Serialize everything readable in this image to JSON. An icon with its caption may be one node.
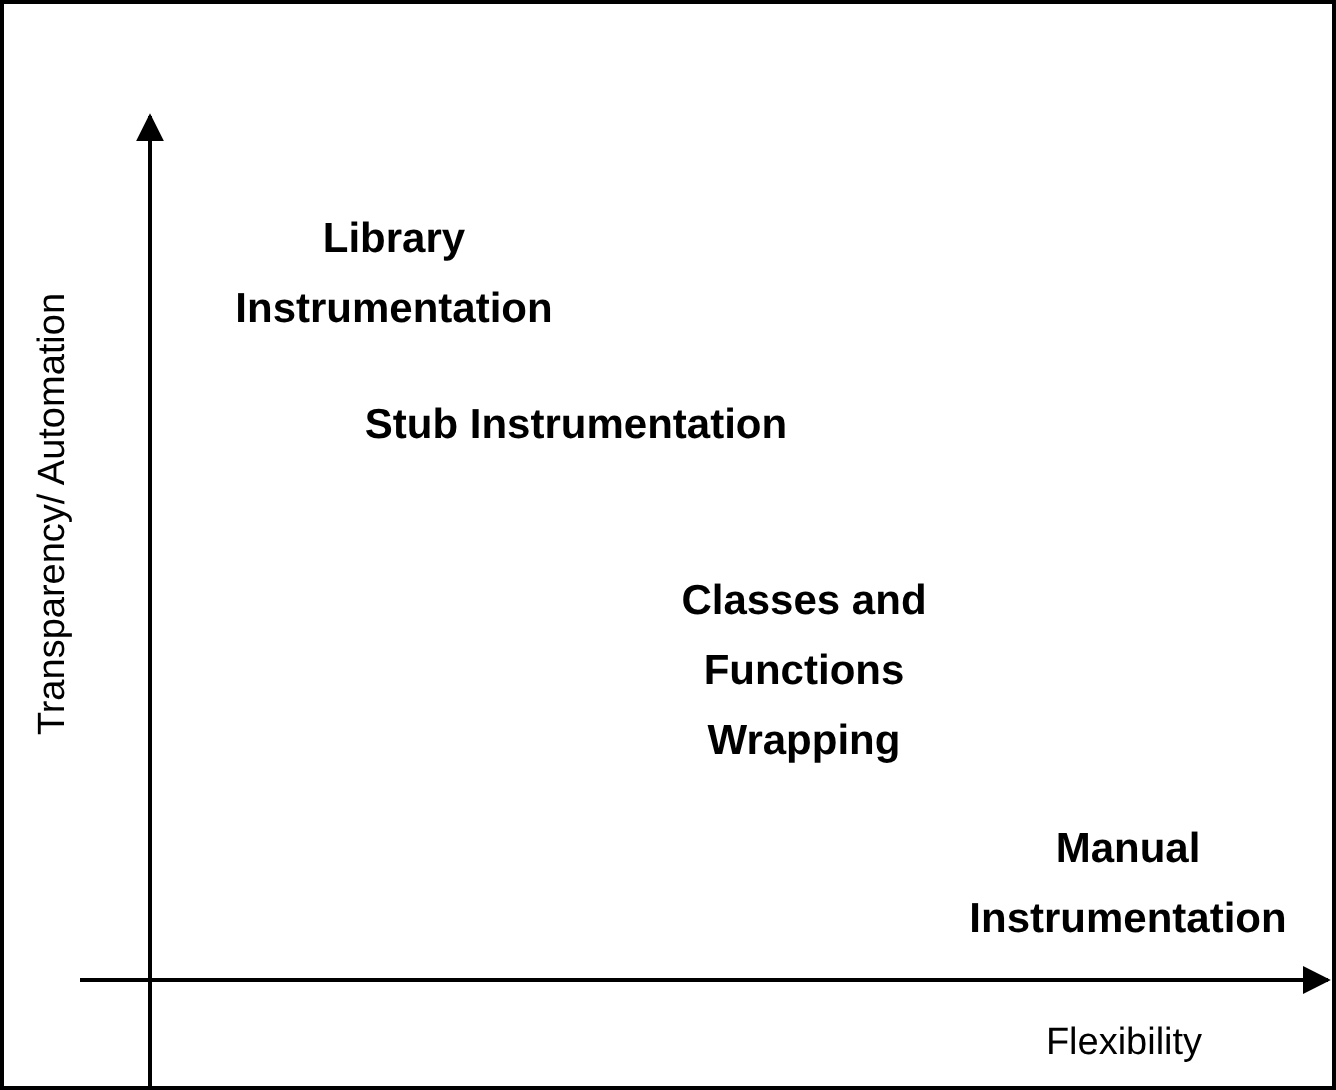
{
  "diagram": {
    "labels": [
      "Library Instrumentation",
      "Stub Instrumentation",
      "Classes and Functions Wrapping",
      "Manual Instrumentation",
      "Transparency/ Automation",
      "Flexibility"
    ]
  }
}
